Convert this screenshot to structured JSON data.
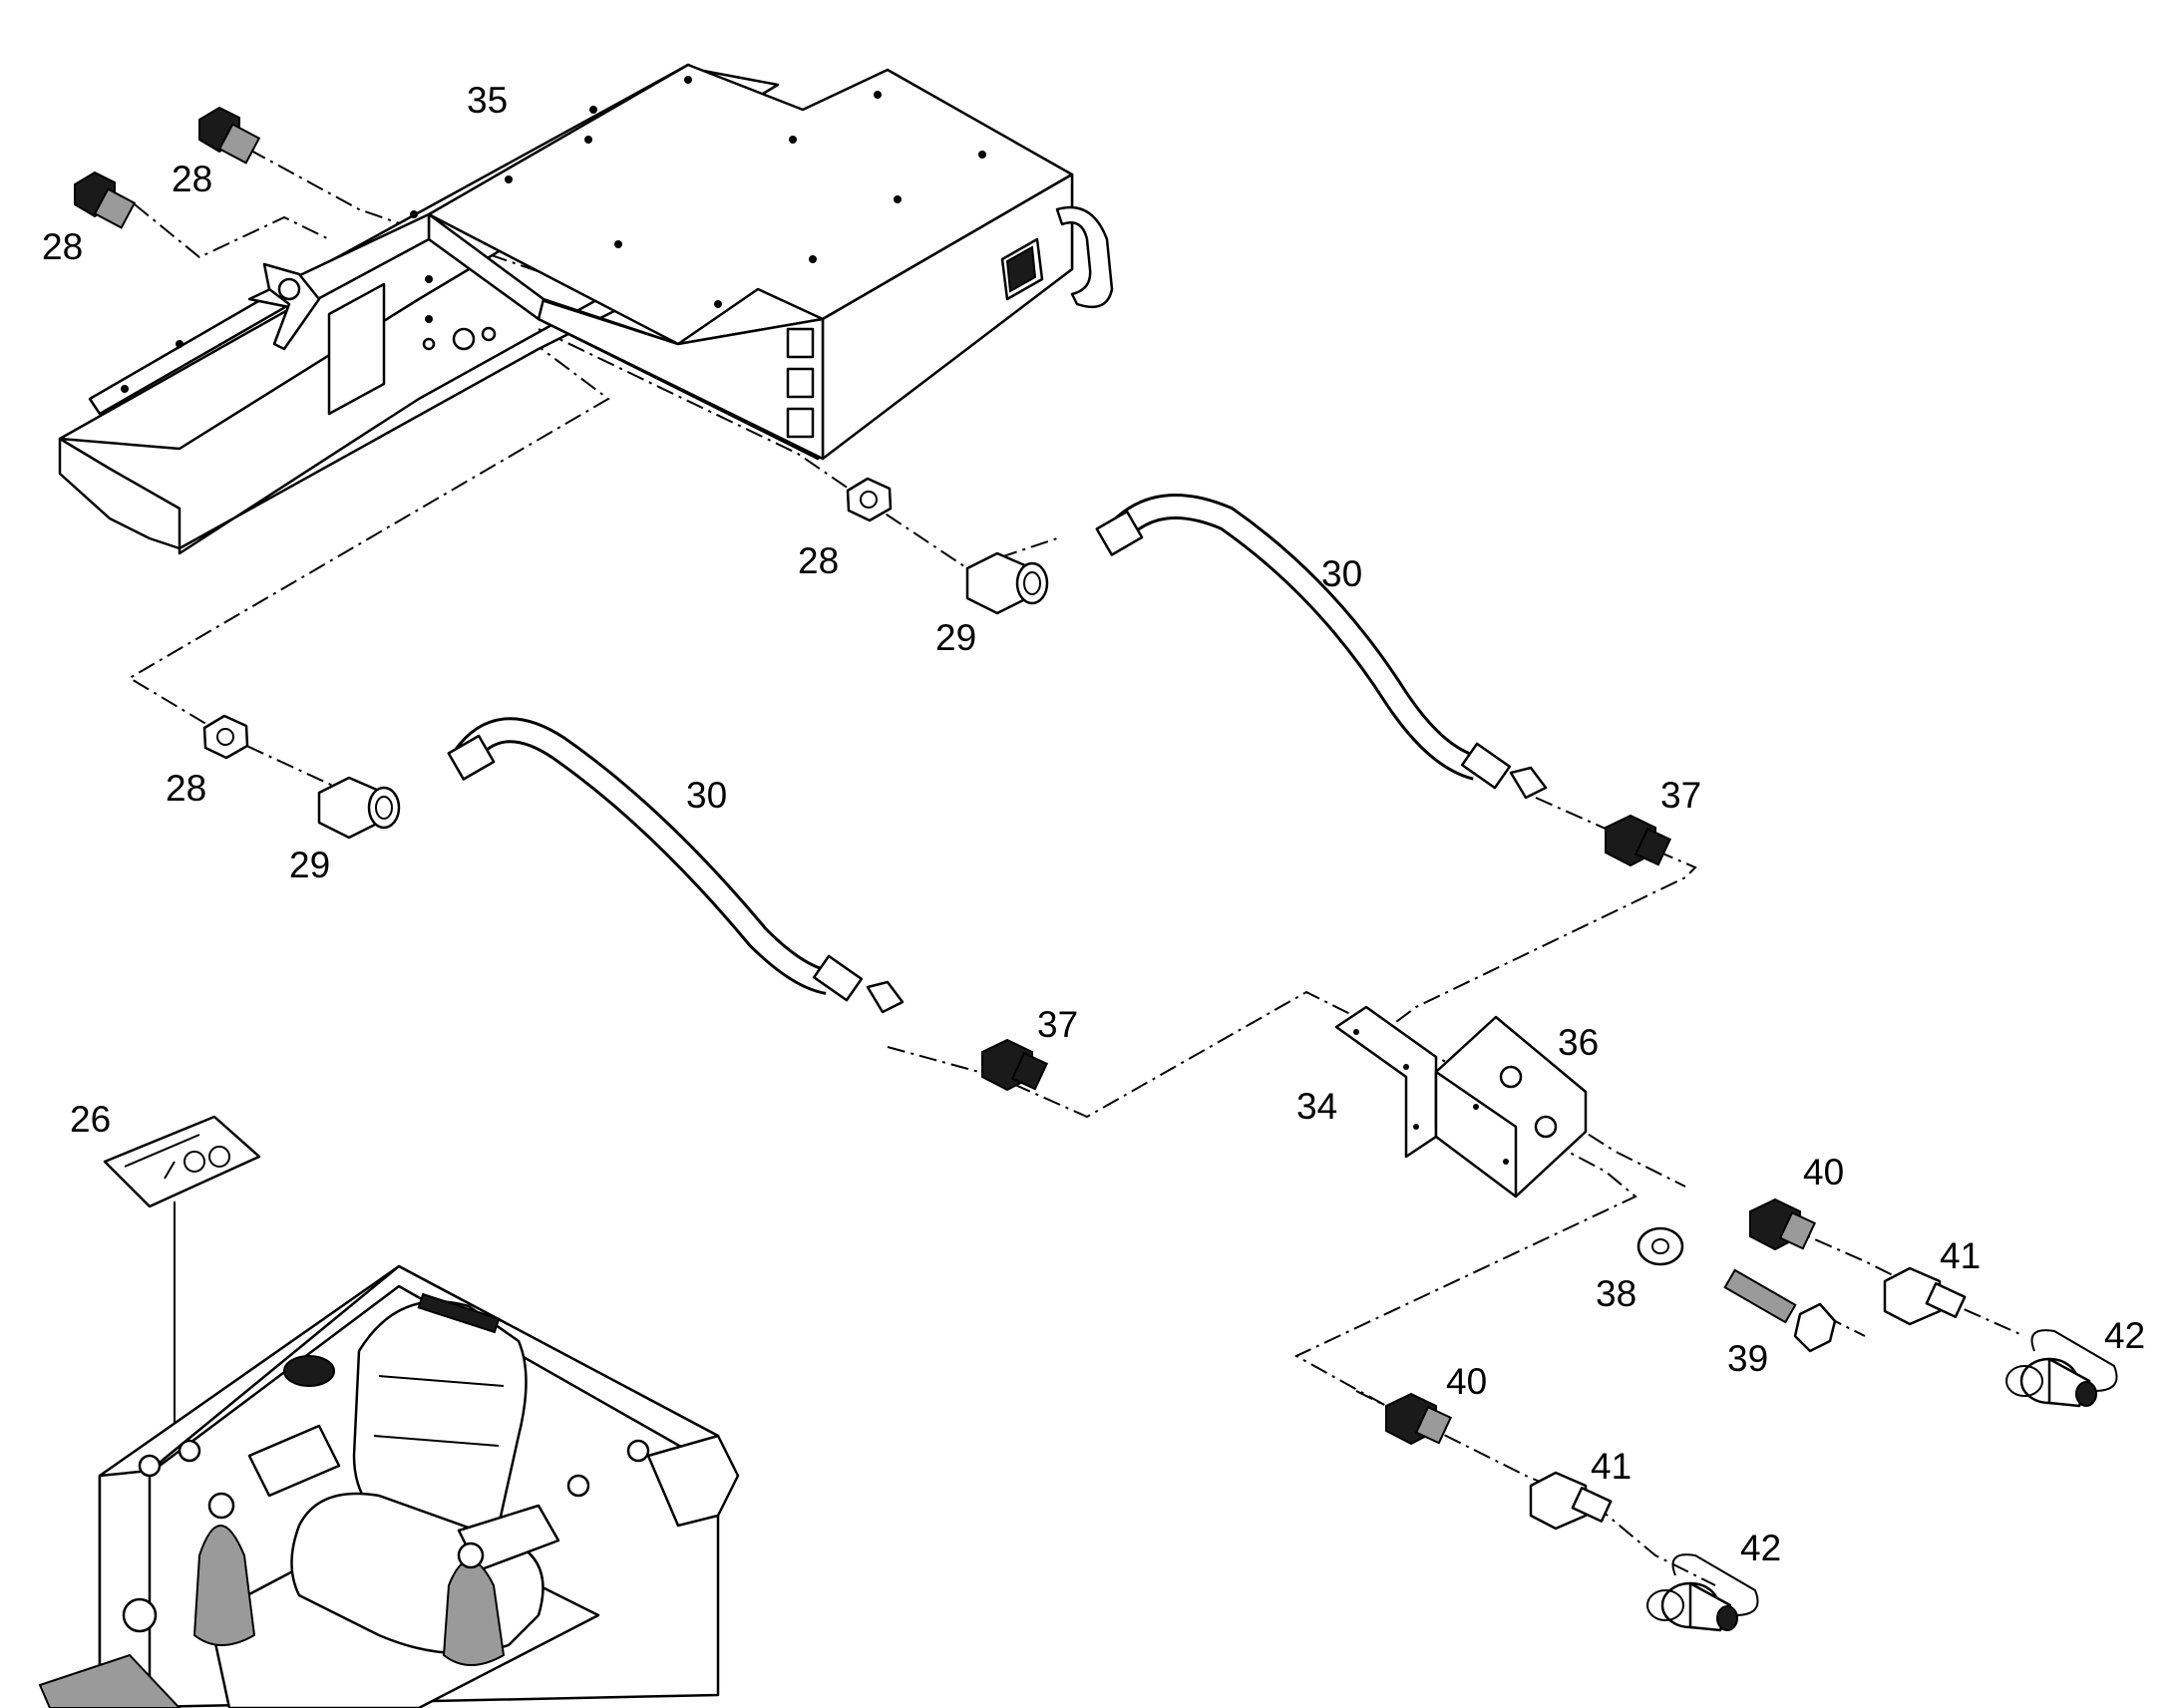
{
  "callouts": {
    "c35": "35",
    "c28_a": "28",
    "c28_b": "28",
    "c28_c": "28",
    "c28_d": "28",
    "c29_a": "29",
    "c29_b": "29",
    "c30_a": "30",
    "c30_b": "30",
    "c37_a": "37",
    "c37_b": "37",
    "c36": "36",
    "c34": "34",
    "c26": "26",
    "c40_a": "40",
    "c40_b": "40",
    "c41_a": "41",
    "c41_b": "41",
    "c42_a": "42",
    "c42_b": "42",
    "c38": "38",
    "c39": "39"
  }
}
